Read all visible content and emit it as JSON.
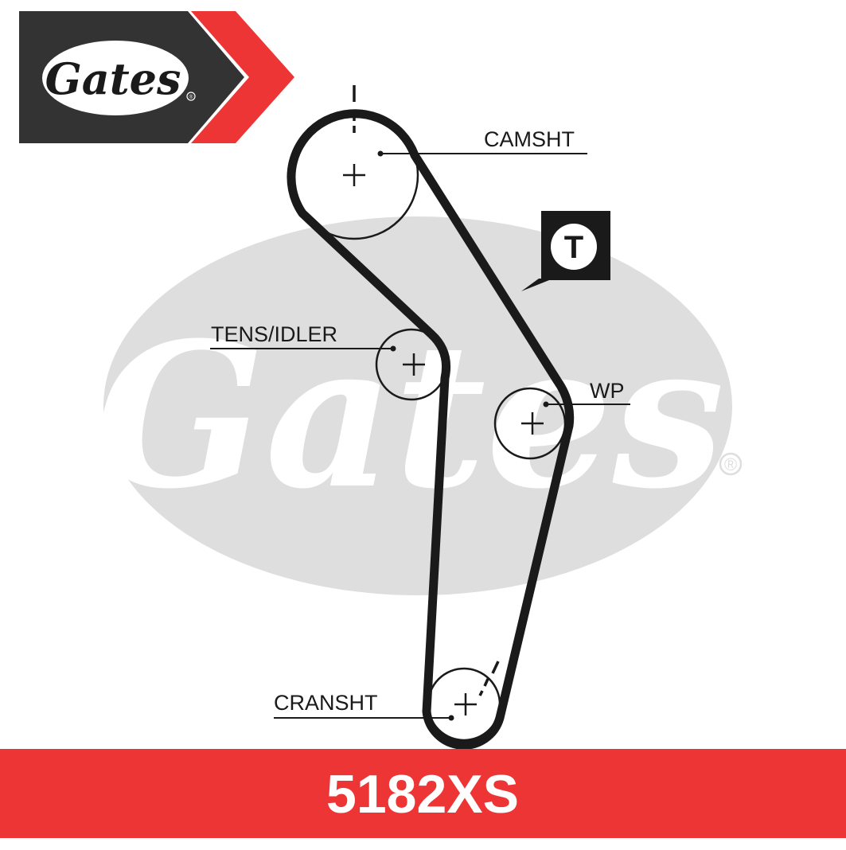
{
  "colors": {
    "brand_red": "#ee3536",
    "brand_dark": "#333333",
    "belt": "#1a1a1a",
    "watermark": "#dedede"
  },
  "logo": {
    "text": "Gates",
    "registered": "®"
  },
  "watermark": {
    "text": "Gates",
    "registered": "®"
  },
  "tensioner_symbol": {
    "letter": "T"
  },
  "labels": {
    "camshaft": "CAMSHT",
    "tensioner_idler": "TENS/IDLER",
    "water_pump": "WP",
    "crankshaft": "CRANSHT"
  },
  "part_number": "5182XS"
}
